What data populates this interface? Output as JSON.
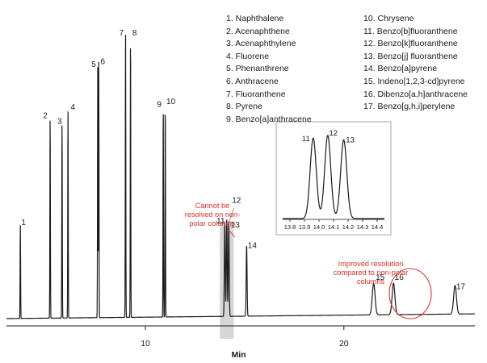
{
  "chart_data": {
    "type": "line",
    "xlabel": "Min",
    "x_ticks": [
      10,
      20
    ],
    "xlim": [
      3,
      26.6
    ],
    "ylim": [
      0,
      1
    ],
    "peaks": [
      {
        "label": "1",
        "rt": 3.7,
        "height": 0.33
      },
      {
        "label": "2",
        "rt": 5.2,
        "height": 0.71
      },
      {
        "label": "3",
        "rt": 5.8,
        "height": 0.69
      },
      {
        "label": "4",
        "rt": 6.1,
        "height": 0.74
      },
      {
        "label": "5",
        "rt": 7.6,
        "height": 0.89
      },
      {
        "label": "6",
        "rt": 7.65,
        "height": 0.9
      },
      {
        "label": "7",
        "rt": 9.0,
        "height": 1.0
      },
      {
        "label": "8",
        "rt": 9.25,
        "height": 1.0
      },
      {
        "label": "9",
        "rt": 10.9,
        "height": 0.75
      },
      {
        "label": "10",
        "rt": 11.0,
        "height": 0.76
      },
      {
        "label": "11",
        "rt": 14.0,
        "height": 0.33
      },
      {
        "label": "12",
        "rt": 14.1,
        "height": 0.34
      },
      {
        "label": "13",
        "rt": 14.2,
        "height": 0.33
      },
      {
        "label": "14",
        "rt": 15.1,
        "height": 0.25
      },
      {
        "label": "15",
        "rt": 21.5,
        "height": 0.11
      },
      {
        "label": "16",
        "rt": 22.5,
        "height": 0.11
      },
      {
        "label": "17",
        "rt": 25.6,
        "height": 0.1
      }
    ],
    "legend": [
      "1. Naphthalene",
      "2. Acenaphthene",
      "3. Acenaphthylene",
      "4. Fluorene",
      "5. Phenanthrene",
      "6. Anthracene",
      "7. Fluoranthene",
      "8. Pyrene",
      "9. Benzo[a]anthracene",
      "10. Chrysene",
      "11. Benzo[b]fluoranthene",
      "12. Benzo[k]fluoranthene",
      "13. Benzo[j] fluoranthene",
      "14. Benzo[a]pyrene",
      "15. Indeno[1,2,3-cd]pyrene",
      "16. Dibenzo[a,h]anthracene",
      "17. Benzo[g,h,i]perylene"
    ],
    "inset": {
      "x_ticks": [
        "13.8",
        "13.9",
        "14.0",
        "14.1",
        "14.2",
        "14.3",
        "14.4"
      ],
      "xlim": [
        13.75,
        14.45
      ],
      "peaks": [
        {
          "label": "11",
          "rt": 13.96,
          "height": 0.9
        },
        {
          "label": "12",
          "rt": 14.06,
          "height": 0.93
        },
        {
          "label": "13",
          "rt": 14.17,
          "height": 0.88
        }
      ]
    },
    "annotations": [
      {
        "text": "Cannot be resolved on non-polar columns",
        "color": "#d9302c"
      },
      {
        "text": "Improved resolution compared to non-polar columns",
        "color": "#d9302c"
      }
    ],
    "colors": {
      "trace": "#1a1a1a",
      "annotation": "#d9302c",
      "highlight": "#c8c8c8"
    }
  },
  "annotations": {
    "nonpolar": "Cannot be resolved on non-polar columns",
    "improved": "Improved resolution compared to non-polar columns"
  }
}
